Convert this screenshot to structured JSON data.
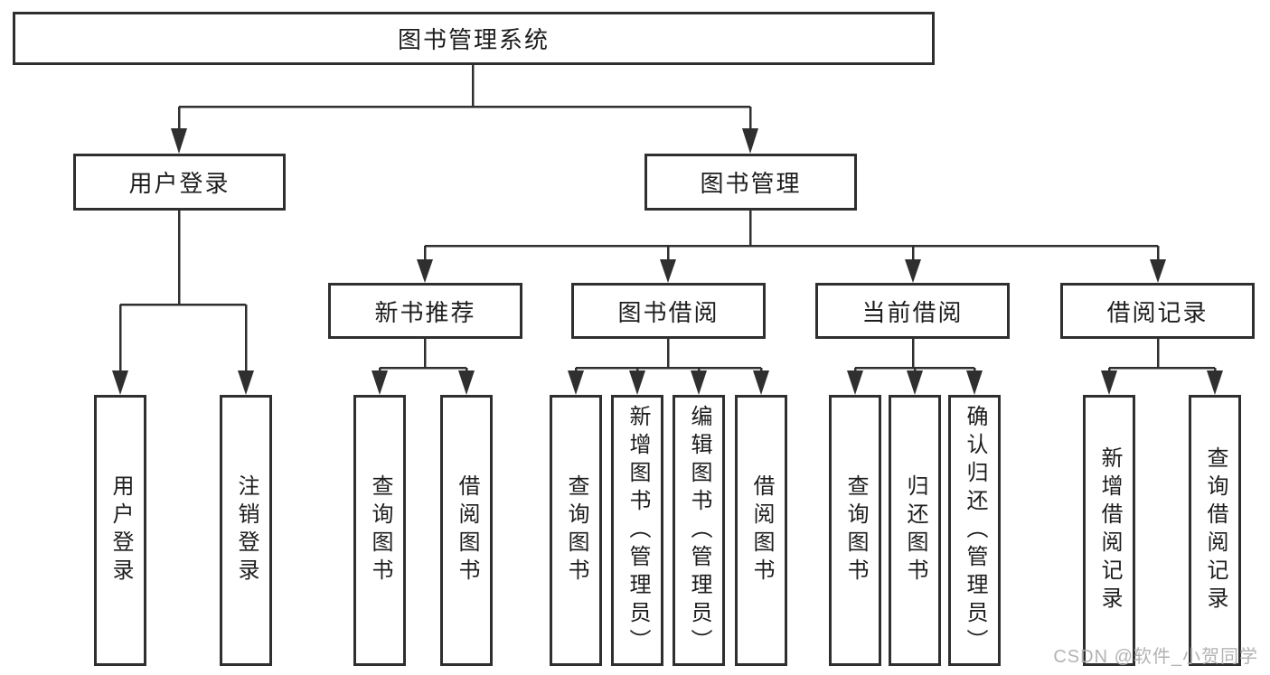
{
  "colors": {
    "line": "#2f2f2f",
    "text": "#1d1d1d",
    "watermark": "#b3b3b3",
    "boxbg": "#ffffff"
  },
  "diagram": {
    "root": {
      "label": "图书管理系统"
    },
    "branches": [
      {
        "label": "用户登录",
        "children": [
          {
            "label": "用户登录"
          },
          {
            "label": "注销登录"
          }
        ]
      },
      {
        "label": "图书管理",
        "children": [
          {
            "label": "新书推荐",
            "children": [
              {
                "label": "查询图书"
              },
              {
                "label": "借阅图书"
              }
            ]
          },
          {
            "label": "图书借阅",
            "children": [
              {
                "label": "查询图书"
              },
              {
                "label": "新增图书（管理员）"
              },
              {
                "label": "编辑图书（管理员）"
              },
              {
                "label": "借阅图书"
              }
            ]
          },
          {
            "label": "当前借阅",
            "children": [
              {
                "label": "查询图书"
              },
              {
                "label": "归还图书"
              },
              {
                "label": "确认归还（管理员）"
              }
            ]
          },
          {
            "label": "借阅记录",
            "children": [
              {
                "label": "新增借阅记录"
              },
              {
                "label": "查询借阅记录"
              }
            ]
          }
        ]
      }
    ],
    "watermark": "CSDN @软件_小贺同学"
  }
}
